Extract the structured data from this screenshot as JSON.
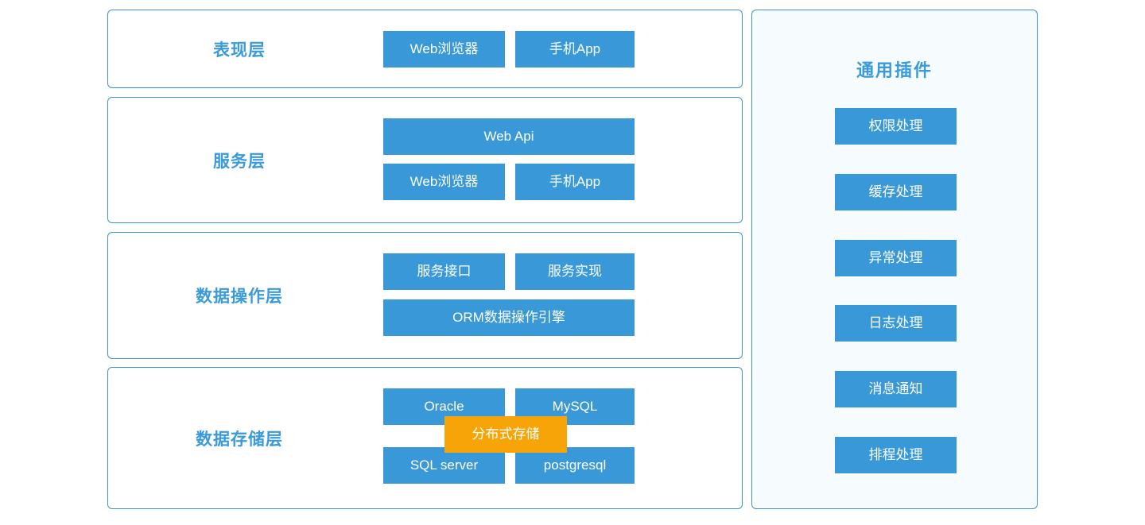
{
  "diagram": {
    "layers": [
      {
        "title": "表现层",
        "buttons": [
          {
            "label": "Web浏览器"
          },
          {
            "label": "手机App"
          }
        ]
      },
      {
        "title": "服务层",
        "buttons": [
          {
            "label": "Web Api"
          },
          {
            "label": "Web浏览器"
          },
          {
            "label": "手机App"
          }
        ]
      },
      {
        "title": "数据操作层",
        "buttons": [
          {
            "label": "服务接口"
          },
          {
            "label": "服务实现"
          },
          {
            "label": "ORM数据操作引擎"
          }
        ]
      },
      {
        "title": "数据存储层",
        "buttons": [
          {
            "label": "Oracle"
          },
          {
            "label": "MySQL"
          },
          {
            "label": "SQL server"
          },
          {
            "label": "postgresql"
          }
        ],
        "overlay": {
          "label": "分布式存储"
        }
      }
    ],
    "plugin_panel": {
      "title": "通用插件",
      "items": [
        "权限处理",
        "缓存处理",
        "异常处理",
        "日志处理",
        "消息通知",
        "排程处理"
      ]
    },
    "colors": {
      "block_blue": "#3999D8",
      "overlay_orange": "#F7A408",
      "border_blue": "#3E94D3",
      "panel_background": "#F6FBFE",
      "title_text_blue": "#3B9AD9",
      "block_text": "#FFFFFF"
    }
  }
}
